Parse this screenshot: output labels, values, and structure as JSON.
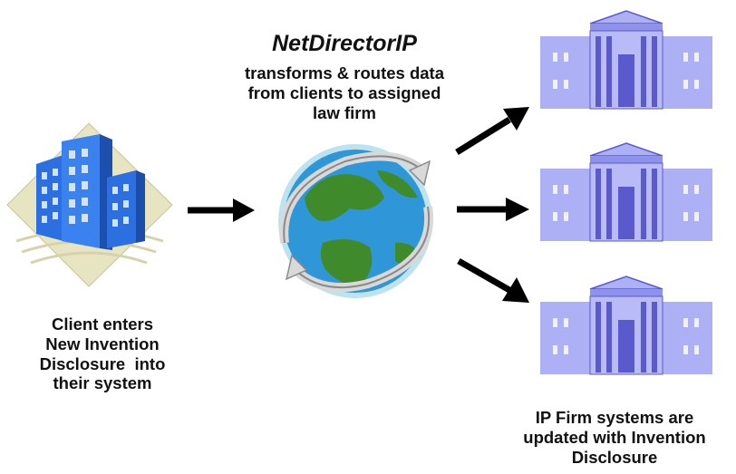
{
  "title": "NetDirectorIP",
  "subtitle_lines": [
    "transforms & routes data",
    "from clients to assigned",
    "law firm"
  ],
  "client_lines": [
    "Client enters",
    "New Invention",
    "Disclosure  into",
    "their system"
  ],
  "ipfirm_lines": [
    "IP Firm systems are",
    "updated with Invention",
    "Disclosure"
  ],
  "colors": {
    "building_blue": "#2b6fe0",
    "law_firm_lavender": "#aeb0f5",
    "law_firm_dark": "#5a5acd",
    "globe_ocean": "#2f97d8",
    "globe_land": "#3f8a2a",
    "arrow": "#000000",
    "tile": "#e7e4c2"
  },
  "icons": [
    "office-building-icon",
    "globe-icon",
    "law-firm-building-icon"
  ]
}
